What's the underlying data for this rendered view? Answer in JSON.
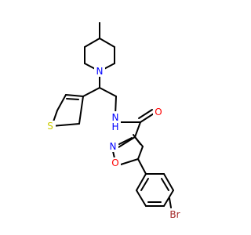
{
  "molecule": {
    "colors": {
      "bond": "#000000",
      "background": "#ffffff",
      "nitrogen": "#0000ff",
      "oxygen": "#ff0000",
      "sulfur": "#cccc00",
      "bromine": "#a52a2a"
    },
    "atoms": {
      "n_piperidine": "N",
      "s_thiophene": "S",
      "nh_amide": "N",
      "h_amide": "H",
      "o_carbonyl": "O",
      "n_isoxazole": "N",
      "o_isoxazole": "O",
      "br": "Br"
    }
  }
}
